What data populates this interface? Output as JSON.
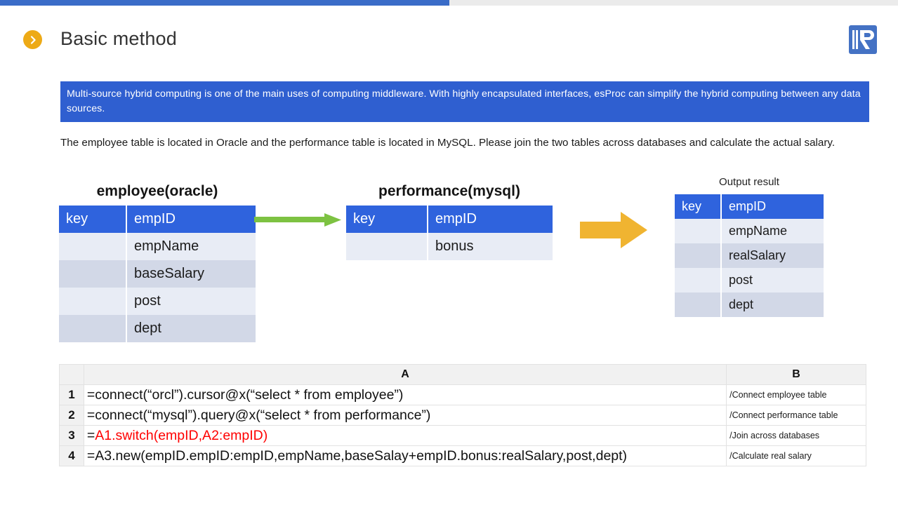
{
  "progress": {
    "percent": 50
  },
  "header": {
    "title": "Basic method",
    "bullet_icon": "chevron-right-icon",
    "logo_icon": "raqsoft-logo-icon"
  },
  "callout": {
    "text": "Multi-source hybrid computing is one of the main uses of computing middleware. With highly encapsulated interfaces, esProc can simplify the hybrid computing between any data sources."
  },
  "intro": {
    "text": "The employee table is located in Oracle and the performance table is located in MySQL. Please join the two tables across databases and calculate the actual salary."
  },
  "diagram": {
    "employee": {
      "title": "employee(oracle)",
      "header": {
        "key": "key",
        "value": "empID"
      },
      "rows": [
        "empName",
        "baseSalary",
        "post",
        "dept"
      ]
    },
    "performance": {
      "title": "performance(mysql)",
      "header": {
        "key": "key",
        "value": "empID"
      },
      "rows": [
        "bonus"
      ]
    },
    "output": {
      "title": "Output result",
      "header": {
        "key": "key",
        "value": "empID"
      },
      "rows": [
        "empName",
        "realSalary",
        "post",
        "dept"
      ]
    },
    "arrows": {
      "join_arrow": "green-right-arrow-icon",
      "result_arrow": "orange-block-right-arrow-icon"
    }
  },
  "code_grid": {
    "columns": {
      "num": "",
      "a": "A",
      "b": "B"
    },
    "rows": [
      {
        "num": "1",
        "a": "=connect(“orcl”).cursor@x(“select  * from employee”)",
        "b": "/Connect employee table",
        "highlight": false
      },
      {
        "num": "2",
        "a": "=connect(“mysql”).query@x(“select  * from performance”)",
        "b": "/Connect performance table",
        "highlight": false
      },
      {
        "num": "3",
        "a_prefix": "=",
        "a_body": "A1.switch(empID,A2:empID)",
        "a": "=A1.switch(empID,A2:empID)",
        "b": "/Join across databases",
        "highlight": true
      },
      {
        "num": "4",
        "a": "=A3.new(empID.empID:empID,empName,baseSalay+empID.bonus:realSalary,post,dept)",
        "b": "/Calculate real salary",
        "highlight": false
      }
    ]
  },
  "colors": {
    "brand_blue": "#2f5fd0",
    "header_blue": "#2f63dd",
    "progress_blue": "#3a6cc8",
    "accent_orange": "#edaa16",
    "arrow_green": "#7dc242",
    "arrow_orange": "#f0b431",
    "row_light": "#e8ecf5",
    "row_dark": "#d2d8e7",
    "highlight_red": "#ff0000"
  }
}
